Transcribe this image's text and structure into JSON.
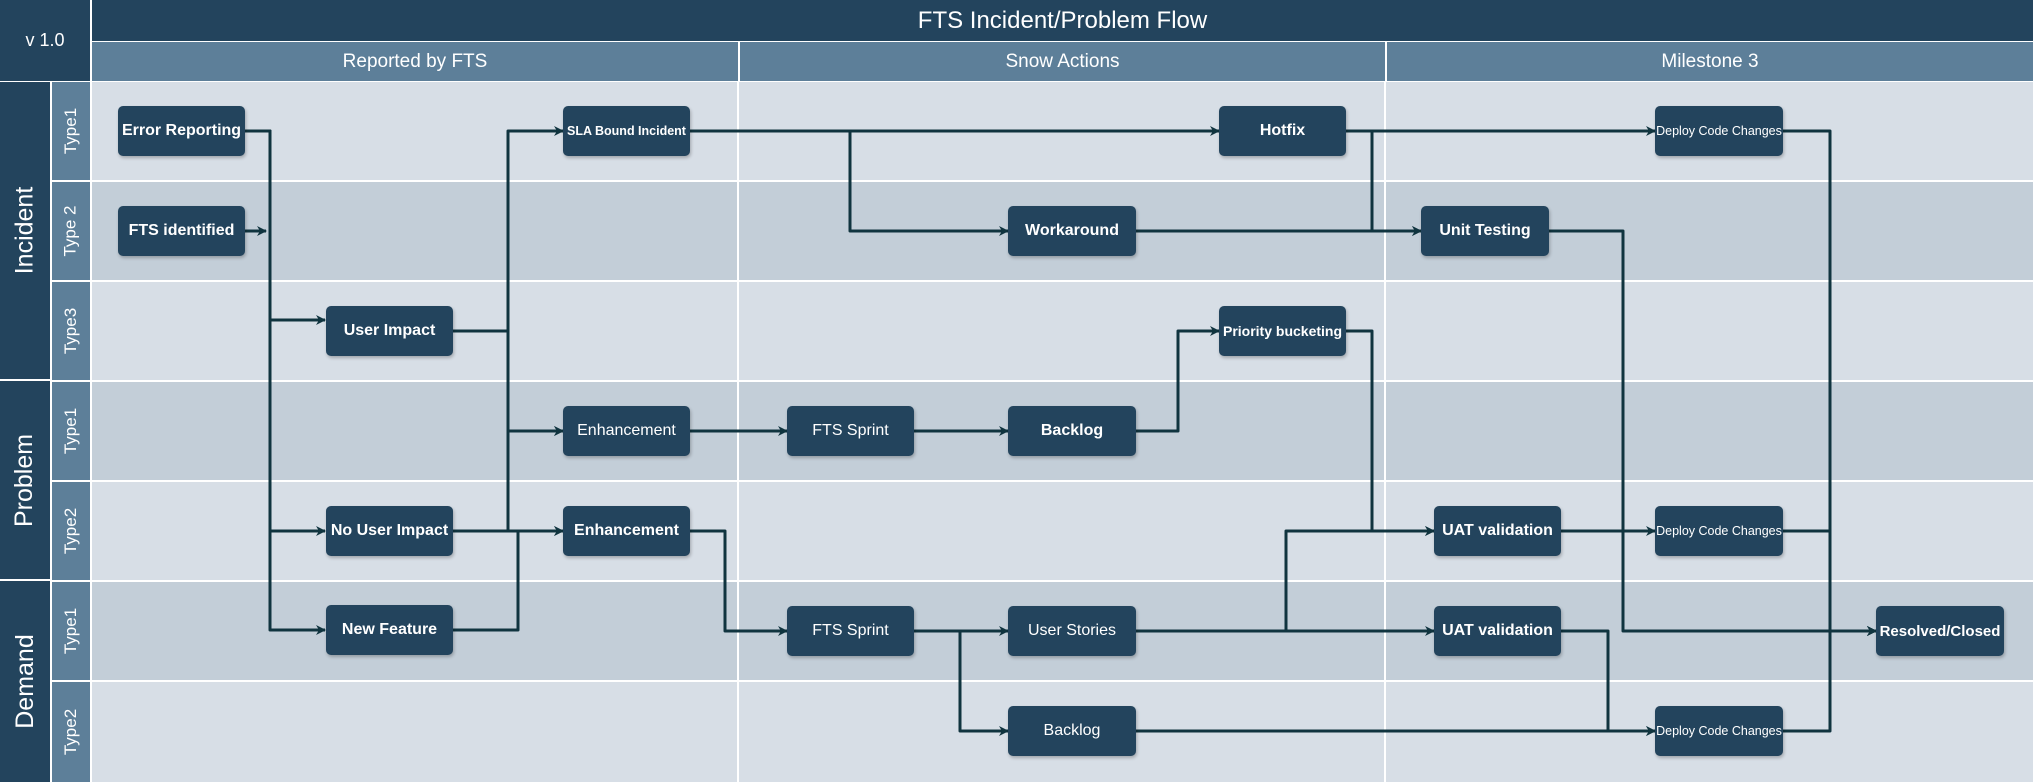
{
  "header": {
    "title": "FTS Incident/Problem Flow",
    "version": "v 1.0"
  },
  "columns": [
    "Reported by FTS",
    "Snow Actions",
    "Milestone 3"
  ],
  "groups": [
    {
      "label": "Incident",
      "rows": [
        "Type1",
        "Type 2",
        "Type3"
      ]
    },
    {
      "label": "Problem",
      "rows": [
        "Type1",
        "Type2"
      ]
    },
    {
      "label": "Demand",
      "rows": [
        "Type1",
        "Type2"
      ]
    }
  ],
  "nodes": {
    "error_reporting": "Error Reporting",
    "fts_identified": "FTS identified",
    "user_impact": "User Impact",
    "no_user_impact": "No User Impact",
    "new_feature": "New Feature",
    "sla_bound_incident": "SLA Bound Incident",
    "enhancement_1": "Enhancement",
    "enhancement_2": "Enhancement",
    "fts_sprint_1": "FTS Sprint",
    "fts_sprint_2": "FTS Sprint",
    "workaround": "Workaround",
    "hotfix": "Hotfix",
    "backlog_1": "Backlog",
    "backlog_2": "Backlog",
    "priority_bucketing": "Priority bucketing",
    "user_stories": "User Stories",
    "unit_testing": "Unit Testing",
    "uat_validation_1": "UAT validation",
    "uat_validation_2": "UAT validation",
    "deploy_code_changes_1": "Deploy Code Changes",
    "deploy_code_changes_2": "Deploy Code Changes",
    "deploy_code_changes_3": "Deploy Code Changes",
    "resolved_closed": "Resolved/Closed"
  },
  "colors": {
    "node": "#23445d",
    "header": "#23445d",
    "subheader": "#5d7f99",
    "band_light": "#d7dee6",
    "band_dark": "#c3ced8",
    "edge": "#10343f"
  }
}
